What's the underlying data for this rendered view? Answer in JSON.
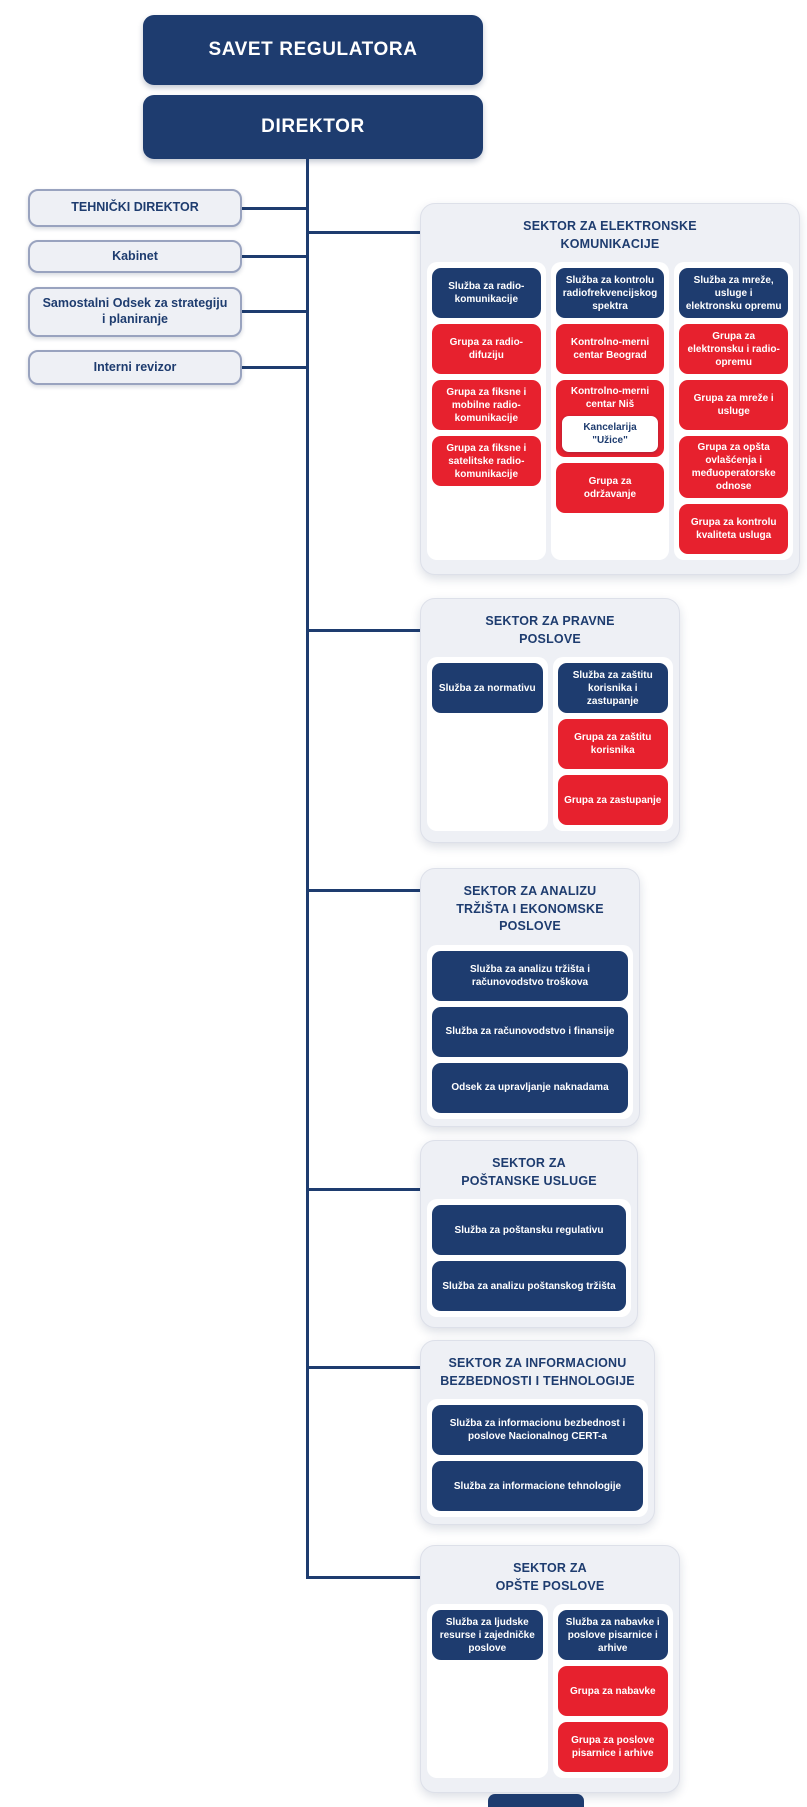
{
  "colors": {
    "navy": "#1e3c6f",
    "red": "#e7212e",
    "container_bg": "#eef0f5",
    "panel_bg": "#ffffff"
  },
  "top": {
    "savet_label": "SAVET REGULATORA",
    "direktor_label": "DIREKTOR"
  },
  "left_units": [
    {
      "label": "TEHNIČKI DIREKTOR"
    },
    {
      "label": "Kabinet"
    },
    {
      "label": "Samostalni Odsek za strategiju i planiranje"
    },
    {
      "label": "Interni revizor"
    }
  ],
  "sectors": [
    {
      "id": "elektronske-komunikacije",
      "title_lines": [
        "SEKTOR ZA ELEKTRONSKE",
        "KOMUNIKACIJE"
      ],
      "columns": [
        {
          "boxes": [
            {
              "type": "blue",
              "label": "Služba za radio-komunikacije"
            },
            {
              "type": "red",
              "label": "Grupa za radio-difuziju"
            },
            {
              "type": "red",
              "label": "Grupa za fiksne i mobilne radio-komunikacije"
            },
            {
              "type": "red",
              "label": "Grupa za fiksne i satelitske radio-komunikacije"
            }
          ]
        },
        {
          "boxes": [
            {
              "type": "blue",
              "label": "Služba za kontrolu radiofrekvencijskog spektra"
            },
            {
              "type": "red",
              "label": "Kontrolno-merni centar Beograd"
            },
            {
              "type": "red",
              "label": "Kontrolno-merni centar Niš",
              "sub": "Kancelarija \"Užice\""
            },
            {
              "type": "red",
              "label": "Grupa za održavanje"
            }
          ]
        },
        {
          "boxes": [
            {
              "type": "blue",
              "label": "Služba za mreže, usluge i elektronsku opremu"
            },
            {
              "type": "red",
              "label": "Grupa za elektronsku i radio-opremu"
            },
            {
              "type": "red",
              "label": "Grupa za mreže i usluge"
            },
            {
              "type": "red",
              "label": "Grupa za opšta ovlašćenja i međuoperatorske odnose"
            },
            {
              "type": "red",
              "label": "Grupa za kontrolu kvaliteta usluga"
            }
          ]
        }
      ]
    },
    {
      "id": "pravni-poslovi",
      "title_lines": [
        "SEKTOR ZA PRAVNE",
        "POSLOVE"
      ],
      "columns": [
        {
          "boxes": [
            {
              "type": "blue",
              "label": "Služba za normativu"
            }
          ]
        },
        {
          "boxes": [
            {
              "type": "blue",
              "label": "Služba za zaštitu korisnika i zastupanje"
            },
            {
              "type": "red",
              "label": "Grupa za zaštitu korisnika"
            },
            {
              "type": "red",
              "label": "Grupa za zastupanje"
            }
          ]
        }
      ]
    },
    {
      "id": "analiza-trzista-ekonomski-poslovi",
      "title_lines": [
        "SEKTOR ZA ANALIZU",
        "TRŽIŠTA I EKONOMSKE",
        "POSLOVE"
      ],
      "columns": [
        {
          "boxes": [
            {
              "type": "blue",
              "label": "Služba za analizu tržišta i računovodstvo troškova"
            },
            {
              "type": "blue",
              "label": "Služba za računovodstvo i finansije"
            },
            {
              "type": "blue",
              "label": "Odsek za upravljanje naknadama"
            }
          ]
        }
      ]
    },
    {
      "id": "postanske-usluge",
      "title_lines": [
        "SEKTOR ZA",
        "POŠTANSKE USLUGE"
      ],
      "columns": [
        {
          "boxes": [
            {
              "type": "blue",
              "label": "Služba za poštansku regulativu"
            },
            {
              "type": "blue",
              "label": "Služba za analizu poštanskog tržišta"
            }
          ]
        }
      ]
    },
    {
      "id": "informaciona-bezbednost-tehnologije",
      "title_lines": [
        "SEKTOR ZA INFORMACIONU",
        "BEZBEDNOSTI I TEHNOLOGIJE"
      ],
      "columns": [
        {
          "boxes": [
            {
              "type": "blue",
              "label": "Služba za informacionu bezbednost i poslove Nacionalnog CERT-a"
            },
            {
              "type": "blue",
              "label": "Služba za informacione tehnologije"
            }
          ]
        }
      ]
    },
    {
      "id": "opsti-poslovi",
      "title_lines": [
        "SEKTOR ZA",
        "OPŠTE POSLOVE"
      ],
      "columns": [
        {
          "boxes": [
            {
              "type": "blue",
              "label": "Služba za ljudske resurse i zajedničke poslove"
            }
          ]
        },
        {
          "boxes": [
            {
              "type": "blue",
              "label": "Služba za nabavke i poslove pisarnice i arhive"
            },
            {
              "type": "red",
              "label": "Grupa za nabavke"
            },
            {
              "type": "red",
              "label": "Grupa za poslove pisarnice i arhive"
            }
          ]
        }
      ]
    }
  ]
}
